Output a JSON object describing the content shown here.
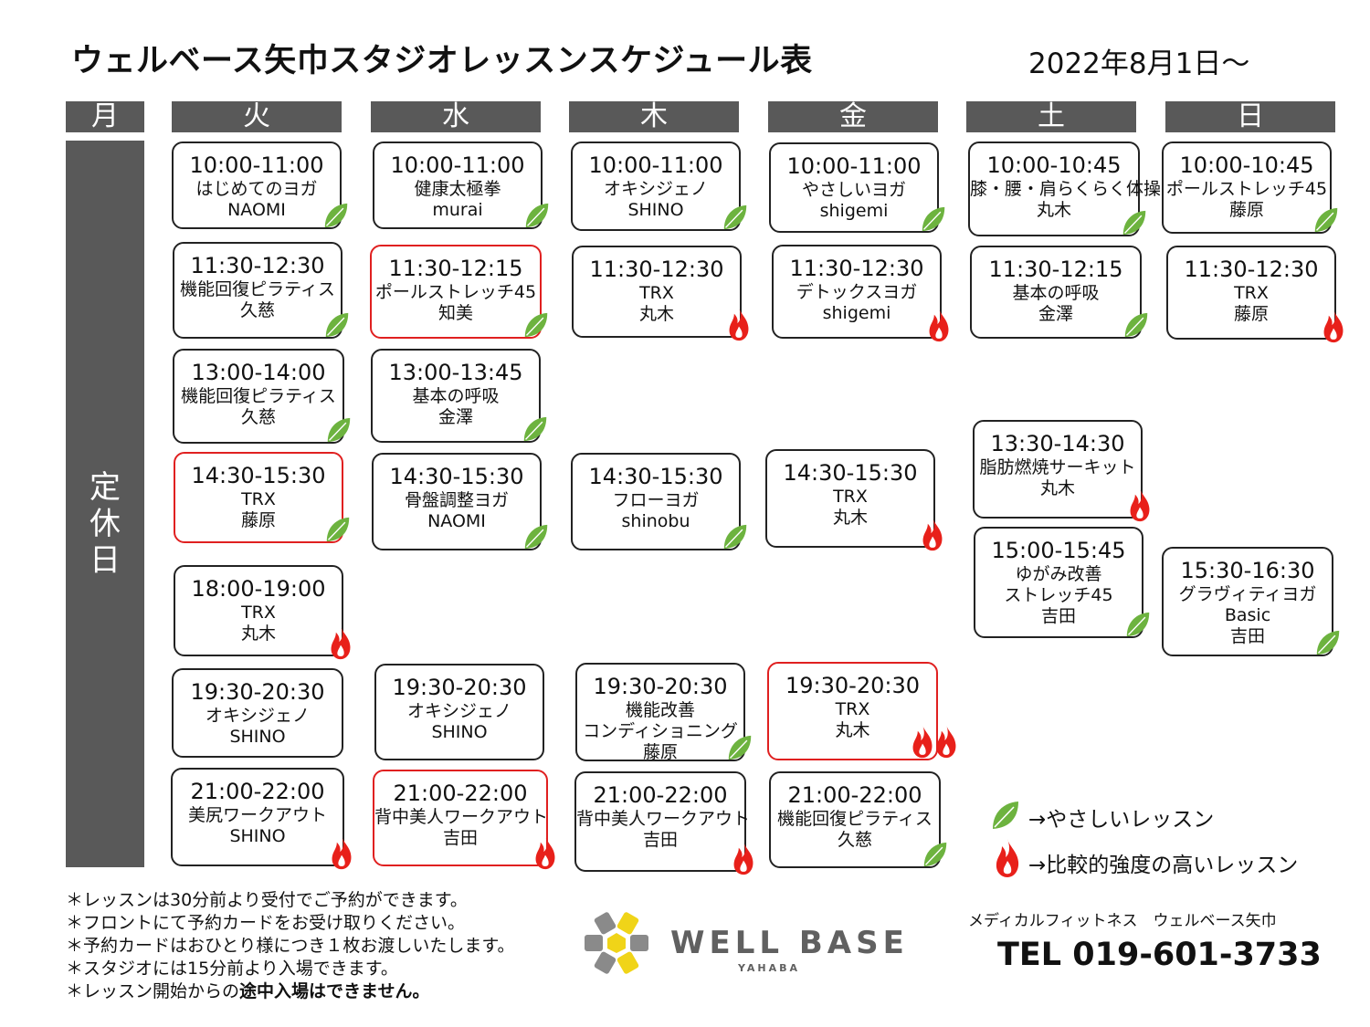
{
  "title": "ウェルベース矢巾スタジオレッスンスケジュール表",
  "date": "2022年8月1日～",
  "days": [
    "月",
    "火",
    "水",
    "木",
    "金",
    "土",
    "日"
  ],
  "closed_label": [
    "定",
    "休",
    "日"
  ],
  "colors": {
    "header": "#595959",
    "leaf": "#6db33f",
    "fire": "#e8201a",
    "red_border": "#e02020"
  },
  "lessons": [
    {
      "time": "10:00-11:00",
      "lines": [
        "はじめてのヨガ",
        "NAOMI"
      ],
      "icon": "leaf"
    },
    {
      "time": "11:30-12:30",
      "lines": [
        "機能回復ピラティス",
        "久慈"
      ],
      "icon": "leaf"
    },
    {
      "time": "13:00-14:00",
      "lines": [
        "機能回復ピラティス",
        "久慈"
      ],
      "icon": "leaf"
    },
    {
      "time": "14:30-15:30",
      "lines": [
        "TRX",
        "藤原"
      ],
      "icon": "leaf"
    },
    {
      "time": "18:00-19:00",
      "lines": [
        "TRX",
        "丸木"
      ],
      "icon": "fire"
    },
    {
      "time": "19:30-20:30",
      "lines": [
        "オキシジェノ",
        "SHINO"
      ],
      "icon": "none"
    },
    {
      "time": "21:00-22:00",
      "lines": [
        "美尻ワークアウト",
        "SHINO"
      ],
      "icon": "fire"
    },
    {
      "time": "10:00-11:00",
      "lines": [
        "健康太極拳",
        "murai"
      ],
      "icon": "leaf"
    },
    {
      "time": "11:30-12:15",
      "lines": [
        "ポールストレッチ45",
        "知美"
      ],
      "icon": "leaf"
    },
    {
      "time": "13:00-13:45",
      "lines": [
        "基本の呼吸",
        "金澤"
      ],
      "icon": "leaf"
    },
    {
      "time": "14:30-15:30",
      "lines": [
        "骨盤調整ヨガ",
        "NAOMI"
      ],
      "icon": "leaf"
    },
    {
      "time": "19:30-20:30",
      "lines": [
        "オキシジェノ",
        "SHINO"
      ],
      "icon": "none"
    },
    {
      "time": "21:00-22:00",
      "lines": [
        "背中美人ワークアウト",
        "吉田"
      ],
      "icon": "fire"
    },
    {
      "time": "10:00-11:00",
      "lines": [
        "オキシジェノ",
        "SHINO"
      ],
      "icon": "leaf"
    },
    {
      "time": "11:30-12:30",
      "lines": [
        "TRX",
        "丸木"
      ],
      "icon": "fire"
    },
    {
      "time": "14:30-15:30",
      "lines": [
        "フローヨガ",
        "shinobu"
      ],
      "icon": "leaf"
    },
    {
      "time": "19:30-20:30",
      "lines": [
        "機能改善",
        "コンディショニング",
        "藤原"
      ],
      "icon": "leaf"
    },
    {
      "time": "21:00-22:00",
      "lines": [
        "背中美人ワークアウト",
        "吉田"
      ],
      "icon": "fire"
    },
    {
      "time": "10:00-11:00",
      "lines": [
        "やさしいヨガ",
        "shigemi"
      ],
      "icon": "leaf"
    },
    {
      "time": "11:30-12:30",
      "lines": [
        "デトックスヨガ",
        "shigemi"
      ],
      "icon": "fire"
    },
    {
      "time": "14:30-15:30",
      "lines": [
        "TRX",
        "丸木"
      ],
      "icon": "fire"
    },
    {
      "time": "19:30-20:30",
      "lines": [
        "TRX",
        "丸木"
      ],
      "icon": "fire2"
    },
    {
      "time": "21:00-22:00",
      "lines": [
        "機能回復ピラティス",
        "久慈"
      ],
      "icon": "leaf"
    },
    {
      "time": "10:00-10:45",
      "lines": [
        "膝・腰・肩らくらく体操",
        "丸木"
      ],
      "icon": "leaf"
    },
    {
      "time": "11:30-12:15",
      "lines": [
        "基本の呼吸",
        "金澤"
      ],
      "icon": "leaf"
    },
    {
      "time": "13:30-14:30",
      "lines": [
        "脂肪燃焼サーキット",
        "丸木"
      ],
      "icon": "fire"
    },
    {
      "time": "15:00-15:45",
      "lines": [
        "ゆがみ改善",
        "ストレッチ45",
        "吉田"
      ],
      "icon": "leaf"
    },
    {
      "time": "10:00-10:45",
      "lines": [
        "ポールストレッチ45",
        "藤原"
      ],
      "icon": "leaf"
    },
    {
      "time": "11:30-12:30",
      "lines": [
        "TRX",
        "藤原"
      ],
      "icon": "fire"
    },
    {
      "time": "15:30-16:30",
      "lines": [
        "グラヴィティヨガ",
        "Basic",
        "吉田"
      ],
      "icon": "leaf"
    }
  ],
  "legend": [
    {
      "icon": "leaf-icon",
      "text": "→やさしいレッスン"
    },
    {
      "icon": "fire-icon",
      "text": "→比較的強度の高いレッスン"
    }
  ],
  "notes": [
    "＊レッスンは30分前より受付でご予約ができます。",
    "＊フロントにて予約カードをお受け取りください。",
    "＊予約カードはおひとり様につき１枚お渡しいたします。",
    "＊スタジオには15分前より入場できます。"
  ],
  "last_note": {
    "prefix": "＊レッスン開始からの",
    "bold": "途中入場はできません。"
  },
  "logo": {
    "text": "WELL BASE",
    "sub": "YAHABA"
  },
  "footer": {
    "name": "メディカルフィットネス　ウェルベース矢巾",
    "tel": "TEL 019-601-3733"
  }
}
